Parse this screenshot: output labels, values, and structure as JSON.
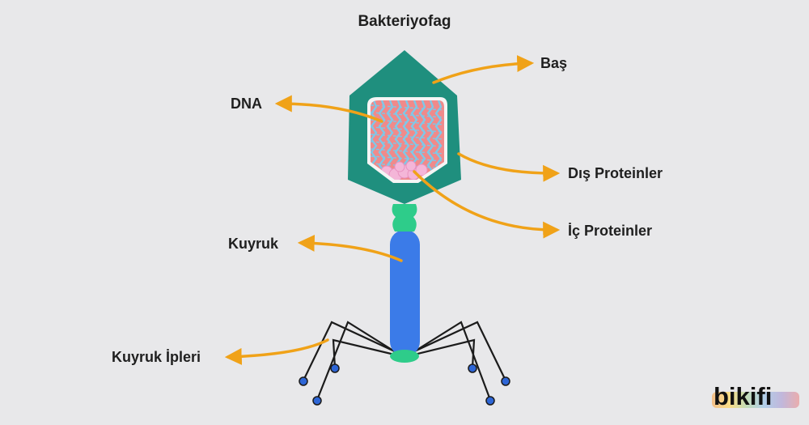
{
  "title": "Bakteriyofag",
  "labels": {
    "head": "Baş",
    "dna": "DNA",
    "outer_proteins": "Dış Proteinler",
    "inner_proteins": "İç Proteinler",
    "tail": "Kuyruk",
    "tail_fibers": "Kuyruk İpleri"
  },
  "logo": "bikifi",
  "colors": {
    "background": "#e8e8ea",
    "capsid": "#1f8f7e",
    "capsid_dark": "#167466",
    "dna_field": "#f08a8a",
    "dna_strand": "#7fc8e8",
    "inner_protein": "#f4b6d8",
    "collar": "#2ecc8a",
    "tail": "#3b7be8",
    "fiber": "#1b1b1b",
    "fiber_tip": "#2e66d6",
    "arrow": "#f0a218"
  }
}
